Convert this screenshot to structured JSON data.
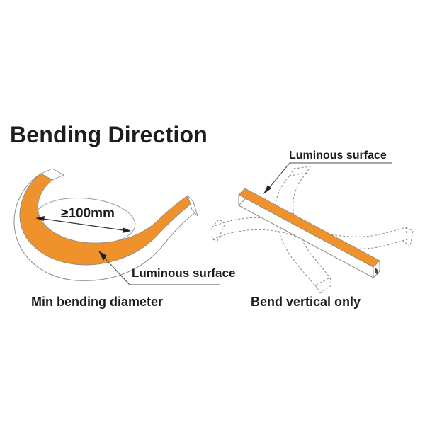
{
  "title": "Bending Direction",
  "colors": {
    "accent_orange": "#F0922C",
    "outline_gray": "#8C8C8C",
    "dashed_gray": "#8A8A8A",
    "text_dark": "#1D1D1D",
    "background": "#FFFFFF"
  },
  "left_diagram": {
    "dimension_label": "≥100mm",
    "surface_label": "Luminous surface",
    "caption": "Min bending diameter"
  },
  "right_diagram": {
    "surface_label": "Luminous surface",
    "caption": "Bend vertical only"
  }
}
